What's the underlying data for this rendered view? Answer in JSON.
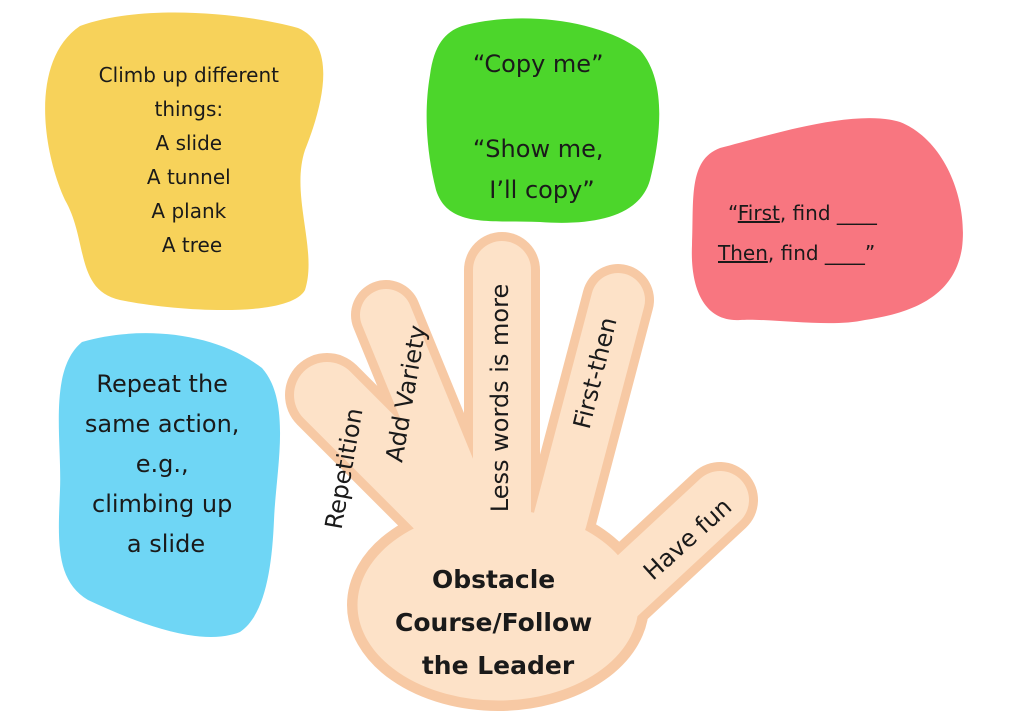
{
  "colors": {
    "yellow": "#f7d25a",
    "green": "#4cd62b",
    "red": "#f87680",
    "blue": "#6fd6f5",
    "hand_fill": "#fde2c8",
    "hand_outline": "#f7c9a4"
  },
  "blobs": {
    "climb": {
      "lines": [
        "Climb up different",
        "things:",
        "A slide",
        "A tunnel",
        "A plank",
        "A tree"
      ]
    },
    "copy": {
      "line1": "“Copy me”",
      "line2": "“Show me,",
      "line3": "I’ll copy”"
    },
    "first_then": {
      "l1_prefix": "“",
      "l1_underlined": "First",
      "l1_rest": ", find ____",
      "l2_underlined": "Then",
      "l2_rest": ", find ____”"
    },
    "repeat": {
      "lines": [
        "Repeat the",
        "same action,",
        "e.g.,",
        "climbing up",
        "a slide"
      ]
    }
  },
  "hand": {
    "fingers": {
      "thumb": "Have fun",
      "index": "First-then",
      "middle": "Less words is more",
      "ring": "Add Variety",
      "pinky": "Repetition"
    },
    "palm_title": [
      "Obstacle",
      "Course/Follow",
      "the Leader"
    ]
  }
}
